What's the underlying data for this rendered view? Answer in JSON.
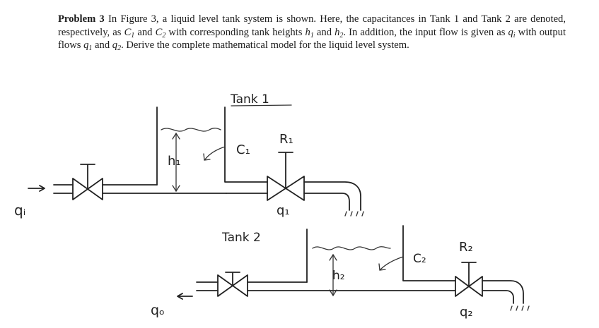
{
  "problem": {
    "label": "Problem 3",
    "text_parts": {
      "p1": "In Figure 3, a liquid level tank system is shown. Here, the capacitances in Tank 1 and Tank 2 are denoted, respectively, as ",
      "p2": " and ",
      "p3": " with corresponding tank heights ",
      "p4": " and ",
      "p5": ". In addition, the input flow is given as ",
      "p6": " with output flows ",
      "p7": " and ",
      "p8": ". Derive the complete mathematical model for the liquid level system."
    },
    "symbols": {
      "C1": "C",
      "C1_sub": "1",
      "C2": "C",
      "C2_sub": "2",
      "h1": "h",
      "h1_sub": "1",
      "h2": "h",
      "h2_sub": "2",
      "qi": "q",
      "qi_sub": "i",
      "q1": "q",
      "q1_sub": "1",
      "q2": "q",
      "q2_sub": "2"
    }
  },
  "figure": {
    "tank1_label": "Tank 1",
    "tank2_label": "Tank 2",
    "c1_label": "C₁",
    "c2_label": "C₂",
    "r1_label": "R₁",
    "r2_label": "R₂",
    "h1_label": "h₁",
    "h2_label": "h₂",
    "qi_label": "qᵢ",
    "q1_label": "q₁",
    "q2_label": "q₂",
    "qo_label": "qₒ"
  }
}
